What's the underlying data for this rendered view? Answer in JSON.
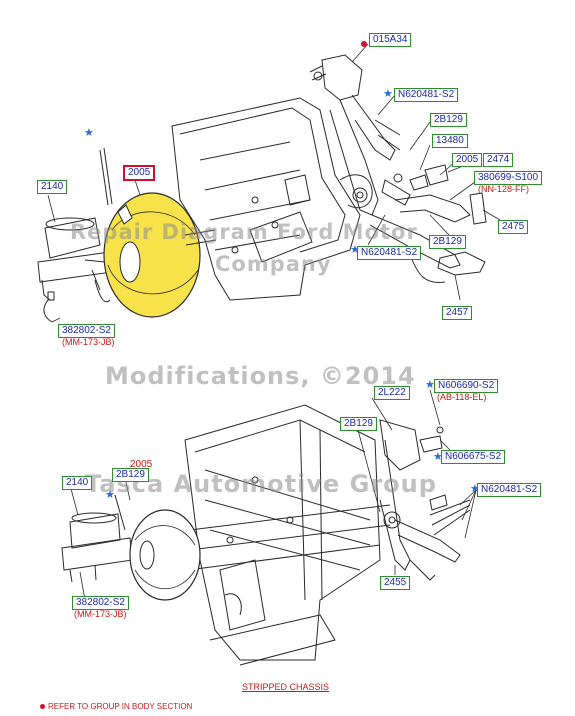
{
  "labels": {
    "p015a34": "015A34",
    "n620481_top": "N620481-S2",
    "p2b129_a": "2B129",
    "p13480": "13480",
    "p2005_r": "2005",
    "p2474": "2474",
    "p380699": "380699-S100",
    "nn128": "(NN-128-FF)",
    "p2475": "2475",
    "p2b129_b": "2B129",
    "n620481_mid": "N620481-S2",
    "p2457": "2457",
    "p2140_top": "2140",
    "p2005_hl": "2005",
    "p382802_top": "382802-S2",
    "mm173_top": "(MM-173-JB)",
    "p2l222": "2L222",
    "n606690": "N606690-S2",
    "ab118": "(AB-118-EL)",
    "p2b129_c": "2B129",
    "n606675": "N606675-S2",
    "n620481_bot": "N620481-S2",
    "p2140_bot": "2140",
    "p2005_bot": "2005",
    "p2b129_d": "2B129",
    "p382802_bot": "382802-S2",
    "mm173_bot": "(MM-173-JB)",
    "p2455": "2455"
  },
  "watermarks": {
    "line1": "Repair Diagram Ford Motor",
    "line2": "Company",
    "line3": "Modifications, ©2014",
    "line4": "Tasca Automotive Group"
  },
  "caption": "STRIPPED CHASSIS",
  "footnote": "REFER TO GROUP IN BODY SECTION",
  "colors": {
    "booster_fill": "#f7e24a",
    "line": "#2a2a2a",
    "label_text": "#1a2aa8",
    "label_border": "#2e8b2e",
    "highlight_border": "#d0102a",
    "callout_red": "#c81818"
  }
}
